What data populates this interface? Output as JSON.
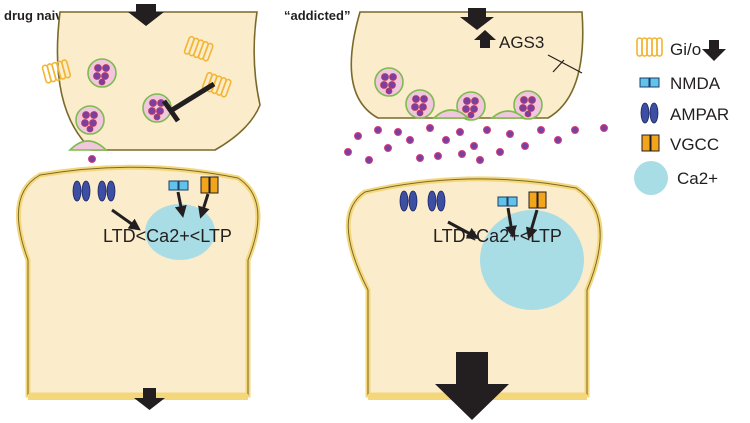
{
  "panels": {
    "left": {
      "title": "drug naive",
      "ratio_label": "LTD<Ca2+<LTP"
    },
    "right": {
      "title": "“addicted”",
      "ratio_label": "LTD<Ca2+<LTP",
      "protein_label": "AGS3"
    }
  },
  "legend": {
    "items": [
      {
        "id": "gio",
        "label": "Gi/o",
        "icon": "gio-receptor-coil-icon",
        "color": "#f5c542"
      },
      {
        "id": "nmda",
        "label": "NMDA",
        "icon": "nmda-receptor-double-square-icon",
        "color": "#5fc3ea"
      },
      {
        "id": "ampar",
        "label": "AMPAR",
        "icon": "ampar-receptor-double-oval-icon",
        "color": "#3c4fa3"
      },
      {
        "id": "vgcc",
        "label": "VGCC",
        "icon": "vgcc-channel-icon",
        "color": "#f2a51a"
      },
      {
        "id": "ca",
        "label": "Ca2+",
        "icon": "calcium-circle-icon",
        "color": "#a9dde5"
      }
    ]
  },
  "colors": {
    "cell_fill": "#fbeccb",
    "cell_stroke": "#7a6a2a",
    "membrane": "#f4d77a",
    "calcium": "#a9dde5",
    "vesicle_fill": "#f1c7dd",
    "vesicle_stroke": "#7dbb4e",
    "neurotransmitter": "#7b3fa0",
    "arrow": "#231f20"
  }
}
